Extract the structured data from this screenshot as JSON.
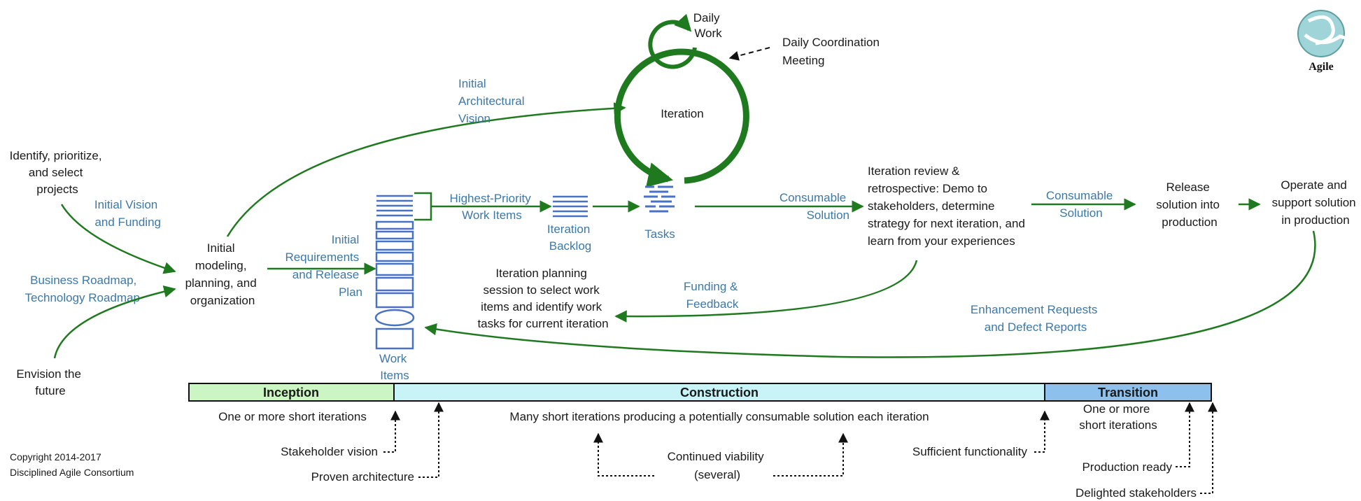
{
  "logo": {
    "label": "Agile"
  },
  "cycle": {
    "daily_work": [
      "Daily",
      "Work"
    ],
    "iteration": "Iteration",
    "daily_coordination": [
      "Daily Coordination",
      "Meeting"
    ]
  },
  "left": {
    "identify": [
      "Identify, prioritize,",
      "and select",
      "projects"
    ],
    "initial_vision_funding": [
      "Initial Vision",
      "and Funding"
    ],
    "business_roadmap": [
      "Business Roadmap,",
      "Technology Roadmap"
    ],
    "envision": [
      "Envision the",
      "future"
    ],
    "initial_modeling": [
      "Initial",
      "modeling,",
      "planning, and",
      "organization"
    ],
    "initial_arch_vision": [
      "Initial",
      "Architectural",
      "Vision"
    ],
    "initial_requirements": [
      "Initial",
      "Requirements",
      "and Release",
      "Plan"
    ]
  },
  "middle": {
    "highest_priority": [
      "Highest-Priority",
      "Work Items"
    ],
    "iteration_backlog": [
      "Iteration",
      "Backlog"
    ],
    "tasks": "Tasks",
    "work_items": [
      "Work",
      "Items"
    ],
    "iteration_planning": [
      "Iteration planning",
      "session to select work",
      "items and identify work",
      "tasks for current iteration"
    ],
    "funding_feedback": [
      "Funding &",
      "Feedback"
    ],
    "consumable_solution_1": [
      "Consumable",
      "Solution"
    ]
  },
  "right": {
    "iteration_review": [
      "Iteration review &",
      "retrospective: Demo to",
      "stakeholders, determine",
      "strategy for next iteration, and",
      "learn from your experiences"
    ],
    "consumable_solution_2": [
      "Consumable",
      "Solution"
    ],
    "release": [
      "Release",
      "solution into",
      "production"
    ],
    "operate": [
      "Operate and",
      "support solution",
      "in production"
    ],
    "enhancement": [
      "Enhancement Requests",
      "and Defect Reports"
    ]
  },
  "timeline": {
    "phases": [
      {
        "label": "Inception",
        "color": "#ccf5c4"
      },
      {
        "label": "Construction",
        "color": "#c8f4f8"
      },
      {
        "label": "Transition",
        "color": "#8ec0ee"
      }
    ],
    "inception_desc": "One or more short iterations",
    "construction_desc": "Many short iterations producing a potentially consumable solution each iteration",
    "transition_desc": [
      "One or more",
      "short iterations"
    ],
    "milestones": {
      "stakeholder_vision": "Stakeholder vision",
      "proven_architecture": "Proven architecture",
      "continued_viability": [
        "Continued viability",
        "(several)"
      ],
      "sufficient_functionality": "Sufficient functionality",
      "production_ready": "Production ready",
      "delighted_stakeholders": "Delighted stakeholders"
    }
  },
  "copyright": [
    "Copyright 2014-2017",
    "Disciplined Agile Consortium"
  ],
  "colors": {
    "green": "#1f7a1f",
    "blue_text": "#3c78a8",
    "work_item_blue": "#4a72c4"
  }
}
